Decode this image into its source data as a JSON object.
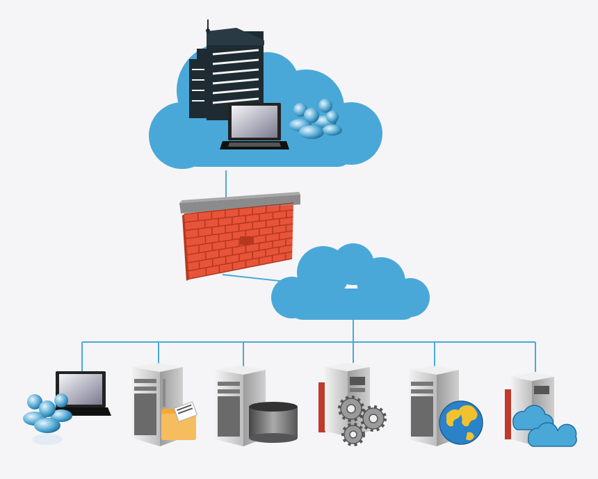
{
  "diagram": {
    "kind": "network-topology",
    "nodes": [
      {
        "id": "enterprise-cloud",
        "icon": "cloud-icon",
        "contains": [
          "office-building-icon",
          "laptop-icon",
          "users-group-icon"
        ]
      },
      {
        "id": "firewall",
        "icon": "brick-wall-icon"
      },
      {
        "id": "internal-cloud",
        "icon": "cloud-icon"
      },
      {
        "id": "client-endpoint",
        "icon": "laptop-with-users-icon"
      },
      {
        "id": "file-server",
        "icon": "folder-icon"
      },
      {
        "id": "database-server",
        "icon": "database-icon"
      },
      {
        "id": "application-server",
        "icon": "gears-icon"
      },
      {
        "id": "web-server",
        "icon": "globe-icon"
      },
      {
        "id": "cloud-server",
        "icon": "cloud-icon"
      }
    ],
    "edges": [
      [
        "enterprise-cloud",
        "firewall"
      ],
      [
        "firewall",
        "internal-cloud"
      ],
      [
        "internal-cloud",
        "client-endpoint"
      ],
      [
        "internal-cloud",
        "file-server"
      ],
      [
        "internal-cloud",
        "database-server"
      ],
      [
        "internal-cloud",
        "application-server"
      ],
      [
        "internal-cloud",
        "web-server"
      ],
      [
        "internal-cloud",
        "cloud-server"
      ]
    ]
  },
  "colors": {
    "background": "#f5f5f7",
    "cloud": "#4aa8d8",
    "connector": "#4aa8d8",
    "brick": "#e8543a",
    "brick_dark": "#b5381f",
    "mortar": "#8b8b8b",
    "server_body": "#d9d9d9",
    "building": "#1f2b33",
    "folder": "#f2a93b",
    "globe_water": "#2a82c9",
    "globe_land": "#f2c12e"
  }
}
